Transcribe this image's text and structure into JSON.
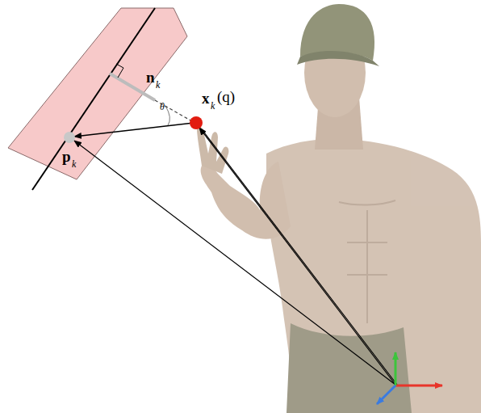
{
  "diagram": {
    "labels": [
      "n",
      "k",
      "θ",
      "x",
      "k",
      "(q)",
      "p",
      "k"
    ]
  }
}
